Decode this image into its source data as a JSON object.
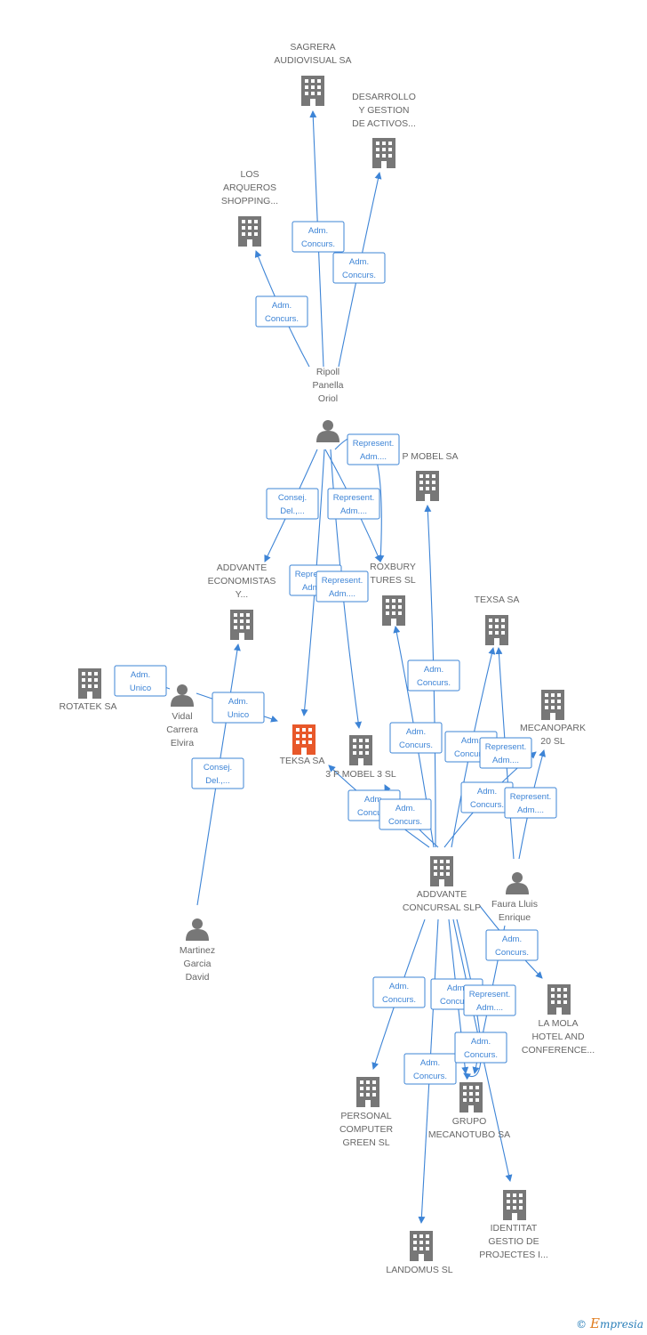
{
  "colors": {
    "company": "#777777",
    "main": "#e8582a",
    "person": "#777777",
    "edge": "#3d84d6"
  },
  "nodes": [
    {
      "id": "sagrera",
      "type": "company",
      "lines": [
        "SAGRERA",
        "AUDIOVISUAL SA"
      ]
    },
    {
      "id": "desarrollo",
      "type": "company",
      "lines": [
        "DESARROLLO",
        "Y GESTION",
        "DE ACTIVOS..."
      ]
    },
    {
      "id": "losarqueros",
      "type": "company",
      "lines": [
        "LOS",
        "ARQUEROS",
        "SHOPPING..."
      ]
    },
    {
      "id": "ripoll",
      "type": "person",
      "lines": [
        "Ripoll",
        "Panella",
        "Oriol"
      ]
    },
    {
      "id": "pmobel",
      "type": "company",
      "lines": [
        "P MOBEL SA"
      ]
    },
    {
      "id": "addvante_eco",
      "type": "company",
      "lines": [
        "ADDVANTE",
        "ECONOMISTAS",
        "Y..."
      ]
    },
    {
      "id": "roxbury",
      "type": "company",
      "lines": [
        "ROXBURY",
        "TURES SL"
      ]
    },
    {
      "id": "texsa",
      "type": "company",
      "lines": [
        "TEXSA SA"
      ]
    },
    {
      "id": "rotatek",
      "type": "company",
      "lines": [
        "ROTATEK SA"
      ]
    },
    {
      "id": "vidal",
      "type": "person",
      "lines": [
        "Vidal",
        "Carrera",
        "Elvira"
      ]
    },
    {
      "id": "teksa",
      "type": "main",
      "lines": [
        "TEKSA SA"
      ]
    },
    {
      "id": "pmobel3",
      "type": "company",
      "lines": [
        "3 P MOBEL 3 SL"
      ]
    },
    {
      "id": "mecanopark",
      "type": "company",
      "lines": [
        "MECANOPARK",
        "20 SL"
      ]
    },
    {
      "id": "addvante_con",
      "type": "company",
      "lines": [
        "ADDVANTE",
        "CONCURSAL SLP"
      ]
    },
    {
      "id": "faura",
      "type": "person",
      "lines": [
        "Faura Lluis",
        "Enrique"
      ]
    },
    {
      "id": "martinez",
      "type": "person",
      "lines": [
        "Martinez",
        "Garcia",
        "David"
      ]
    },
    {
      "id": "lamola",
      "type": "company",
      "lines": [
        "LA MOLA",
        "HOTEL AND",
        "CONFERENCE..."
      ]
    },
    {
      "id": "personal",
      "type": "company",
      "lines": [
        "PERSONAL",
        "COMPUTER",
        "GREEN SL"
      ]
    },
    {
      "id": "grupo",
      "type": "company",
      "lines": [
        "GRUPO",
        "MECANOTUBO SA"
      ]
    },
    {
      "id": "identitat",
      "type": "company",
      "lines": [
        "IDENTITAT",
        "GESTIO DE",
        "PROJECTES I..."
      ]
    },
    {
      "id": "landomus",
      "type": "company",
      "lines": [
        "LANDOMUS  SL"
      ]
    }
  ],
  "edges": [
    {
      "from": "ripoll",
      "to": "sagrera",
      "label": [
        "Adm.",
        "Concurs."
      ]
    },
    {
      "from": "ripoll",
      "to": "desarrollo",
      "label": [
        "Adm.",
        "Concurs."
      ]
    },
    {
      "from": "ripoll",
      "to": "losarqueros",
      "label": [
        "Adm.",
        "Concurs."
      ]
    },
    {
      "from": "ripoll",
      "to": "addvante_eco",
      "label": [
        "Consej.",
        "Del.,..."
      ]
    },
    {
      "from": "ripoll",
      "to": "roxbury",
      "label": [
        "Represent.",
        "Adm...."
      ]
    },
    {
      "from": "ripoll",
      "to": "roxbury",
      "label": [
        "Represent.",
        "Adm...."
      ]
    },
    {
      "from": "ripoll",
      "to": "teksa",
      "label": [
        "Represent.",
        "Adm...."
      ]
    },
    {
      "from": "ripoll",
      "to": "pmobel3",
      "label": [
        "Represent.",
        "Adm...."
      ]
    },
    {
      "from": "vidal",
      "to": "rotatek",
      "label": [
        "Adm.",
        "Unico"
      ]
    },
    {
      "from": "vidal",
      "to": "teksa",
      "label": [
        "Adm.",
        "Unico"
      ]
    },
    {
      "from": "martinez",
      "to": "addvante_eco",
      "label": [
        "Consej.",
        "Del.,..."
      ]
    },
    {
      "from": "addvante_con",
      "to": "pmobel",
      "label": [
        "Adm.",
        "Concurs."
      ]
    },
    {
      "from": "addvante_con",
      "to": "roxbury",
      "label": [
        "Adm.",
        "Concurs."
      ]
    },
    {
      "from": "addvante_con",
      "to": "texsa",
      "label": [
        "Adm.",
        "Concurs."
      ]
    },
    {
      "from": "addvante_con",
      "to": "mecanopark",
      "label": [
        "Adm.",
        "Concurs."
      ]
    },
    {
      "from": "addvante_con",
      "to": "teksa",
      "label": [
        "Adm.",
        "Concurs."
      ]
    },
    {
      "from": "addvante_con",
      "to": "pmobel3",
      "label": [
        "Adm.",
        "Concurs."
      ]
    },
    {
      "from": "faura",
      "to": "texsa",
      "label": [
        "Represent.",
        "Adm...."
      ]
    },
    {
      "from": "faura",
      "to": "mecanopark",
      "label": [
        "Represent.",
        "Adm...."
      ]
    },
    {
      "from": "addvante_con",
      "to": "lamola",
      "label": [
        "Adm.",
        "Concurs."
      ]
    },
    {
      "from": "addvante_con",
      "to": "personal",
      "label": [
        "Adm.",
        "Concurs."
      ]
    },
    {
      "from": "addvante_con",
      "to": "grupo",
      "label": [
        "Adm.",
        "Concurs."
      ]
    },
    {
      "from": "faura",
      "to": "grupo",
      "label": [
        "Represent.",
        "Adm...."
      ]
    },
    {
      "from": "addvante_con",
      "to": "grupo",
      "label": [
        "Adm.",
        "Concurs."
      ]
    },
    {
      "from": "addvante_con",
      "to": "landomus",
      "label": [
        "Adm.",
        "Concurs."
      ]
    },
    {
      "from": "addvante_con",
      "to": "identitat",
      "label": [
        "Adm.",
        "Concurs."
      ]
    }
  ],
  "footer": {
    "copyright": "©",
    "brand_initial": "E",
    "brand_rest": "mpresia"
  }
}
